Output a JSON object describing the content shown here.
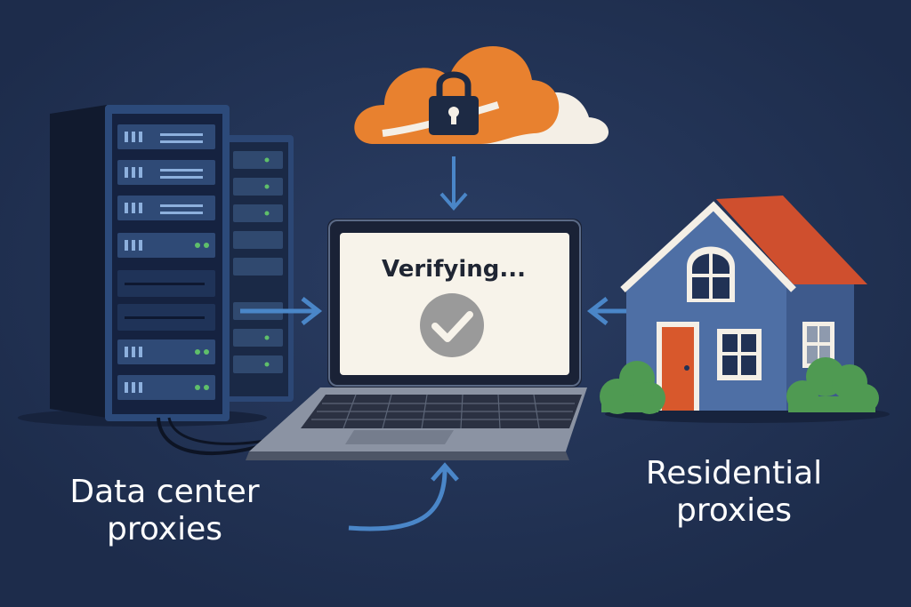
{
  "screen": {
    "status_text": "Verifying..."
  },
  "labels": {
    "datacenter_line1": "Data center",
    "datacenter_line2": "proxies",
    "residential_line1": "Residential",
    "residential_line2": "proxies"
  },
  "icons": {
    "cloud": "cloud-lock-icon",
    "check": "check-circle-icon",
    "server": "server-rack-icon",
    "house": "house-icon"
  },
  "colors": {
    "background": "#213255",
    "cloud_orange": "#e8812f",
    "cloud_white": "#f4efe6",
    "arrow": "#4a86c8",
    "server_body": "#1c2c4c",
    "house_wall": "#4e6fa5",
    "roof": "#cf4f2e",
    "door": "#d8582c",
    "bush": "#4f9a52",
    "check_circle": "#9a9a9a"
  }
}
